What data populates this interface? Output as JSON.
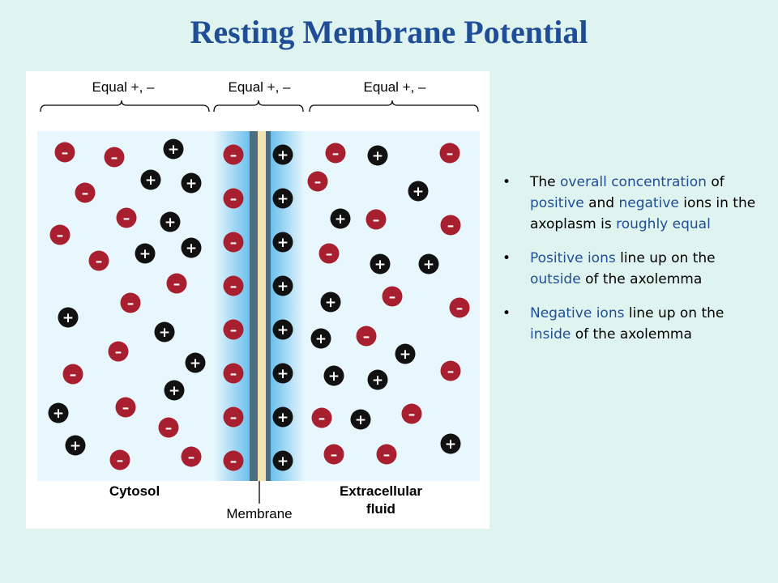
{
  "title": "Resting Membrane Potential",
  "figure": {
    "brace_labels": [
      "Equal +, –",
      "Equal +, –",
      "Equal +, –"
    ],
    "region_labels": {
      "cytosol": "Cytosol",
      "membrane": "Membrane",
      "extracellular_line1": "Extracellular",
      "extracellular_line2": "fluid"
    },
    "ion_signs": {
      "positive": "+",
      "negative": "–"
    },
    "colors": {
      "positive_ion": "#111111",
      "negative_ion": "#a8202f",
      "membrane_glow": "#6cc0ec",
      "membrane_core": "#f2e2b0"
    },
    "cytosol_ions": [
      "-",
      "-",
      "+",
      "-",
      "+",
      "+",
      "-",
      "+",
      "-",
      "-",
      "+",
      "+",
      "-",
      "-",
      "+",
      "+",
      "-",
      "+",
      "-",
      "+",
      "-",
      "+",
      "-",
      "+",
      "-",
      "-",
      "+",
      "-",
      "+"
    ],
    "membrane_inner_ions": [
      "-",
      "-",
      "-",
      "-",
      "-",
      "-",
      "-",
      "-"
    ],
    "membrane_outer_ions": [
      "+",
      "+",
      "+",
      "+",
      "+",
      "+",
      "+",
      "+"
    ],
    "extracellular_ions": [
      "-",
      "+",
      "-",
      "-",
      "+",
      "+",
      "-",
      "-",
      "-",
      "+",
      "+",
      "-",
      "+",
      "-",
      "+",
      "-",
      "+",
      "-",
      "+",
      "+",
      "-",
      "+",
      "-",
      "+",
      "-",
      "-",
      "+",
      "+"
    ]
  },
  "bullets": [
    [
      {
        "t": "The ",
        "hl": false
      },
      {
        "t": "overall concentration",
        "hl": true
      },
      {
        "t": " of ",
        "hl": false
      },
      {
        "t": "positive",
        "hl": true
      },
      {
        "t": " and ",
        "hl": false
      },
      {
        "t": "negative",
        "hl": true
      },
      {
        "t": " ions in the axoplasm is ",
        "hl": false
      },
      {
        "t": "roughly equal",
        "hl": true
      }
    ],
    [
      {
        "t": "Positive ions",
        "hl": true
      },
      {
        "t": " line up on the ",
        "hl": false
      },
      {
        "t": "outside",
        "hl": true
      },
      {
        "t": " of the axolemma",
        "hl": false
      }
    ],
    [
      {
        "t": "Negative ions",
        "hl": true
      },
      {
        "t": " line up on the ",
        "hl": false
      },
      {
        "t": "inside",
        "hl": true
      },
      {
        "t": " of the axolemma",
        "hl": false
      }
    ]
  ]
}
